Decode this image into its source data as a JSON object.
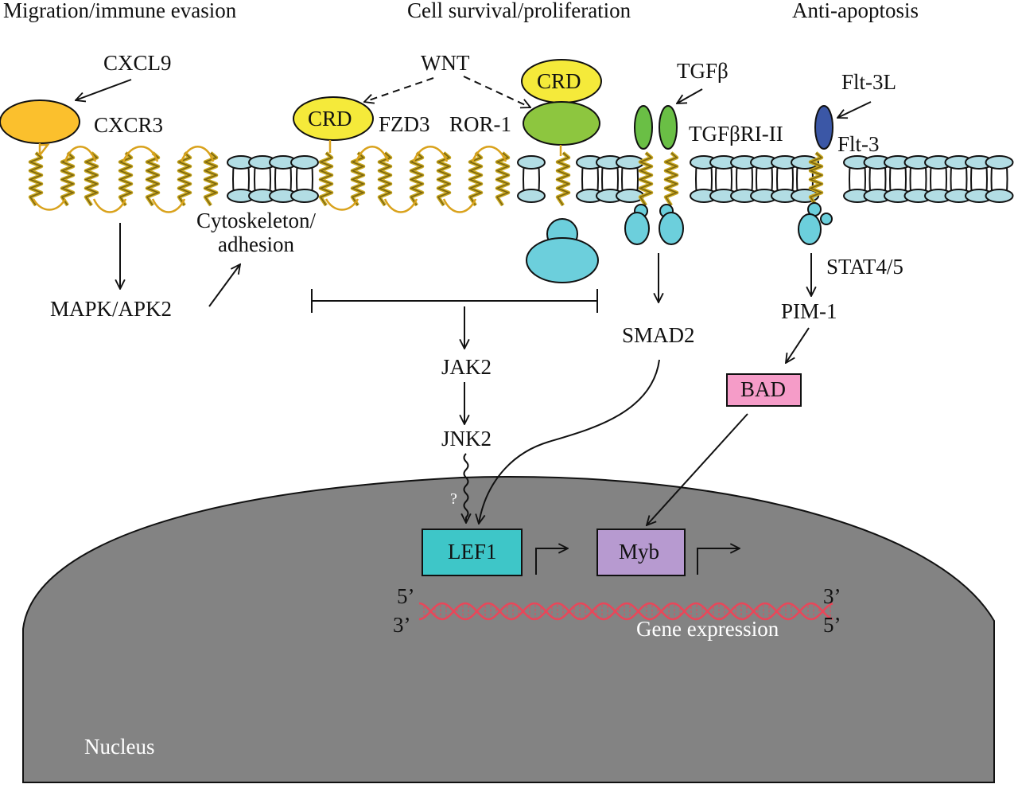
{
  "headers": {
    "left": "Migration/immune evasion",
    "center": "Cell survival/proliferation",
    "right": "Anti-apoptosis"
  },
  "ligands": {
    "cxcl9": "CXCL9",
    "wnt": "WNT",
    "tgfb": "TGFβ",
    "flt3l": "Flt-3L"
  },
  "receptors": {
    "cxcr3": "CXCR3",
    "fzd3": "FZD3",
    "fzd3_crd": "CRD",
    "ror1": "ROR-1",
    "ror1_crd": "CRD",
    "tgfbr": "TGFβRI-II",
    "flt3": "Flt-3"
  },
  "pathway": {
    "mapk": "MAPK/APK2",
    "cytoskeleton": [
      "Cytoskeleton/",
      "adhesion"
    ],
    "jak2": "JAK2",
    "jnk2": "JNK2",
    "smad2": "SMAD2",
    "stat": "STAT4/5",
    "pim1": "PIM-1",
    "bad": "BAD",
    "uncertain_mark": "?"
  },
  "nucleus": {
    "label": "Nucleus",
    "lef1": "LEF1",
    "myb": "Myb",
    "dna_left_top": "5’",
    "dna_left_bottom": "3’",
    "dna_right_top": "3’",
    "dna_right_bottom": "5’",
    "gene_expression": "Gene expression"
  },
  "colors": {
    "cxcr3_ligand": "#fbc02d",
    "crd": "#f5ea3a",
    "ror1": "#8dc63f",
    "tgfbr": "#6abf45",
    "flt3": "#3b57a6",
    "adaptor": "#6ccfdc",
    "membrane_head": "#b2dde4",
    "helix": "#c9a820",
    "nucleus": "#838383",
    "lef1": "#3ec6c8",
    "myb": "#b79ad0",
    "bad": "#f59cc8",
    "dna": "#e8475a"
  }
}
